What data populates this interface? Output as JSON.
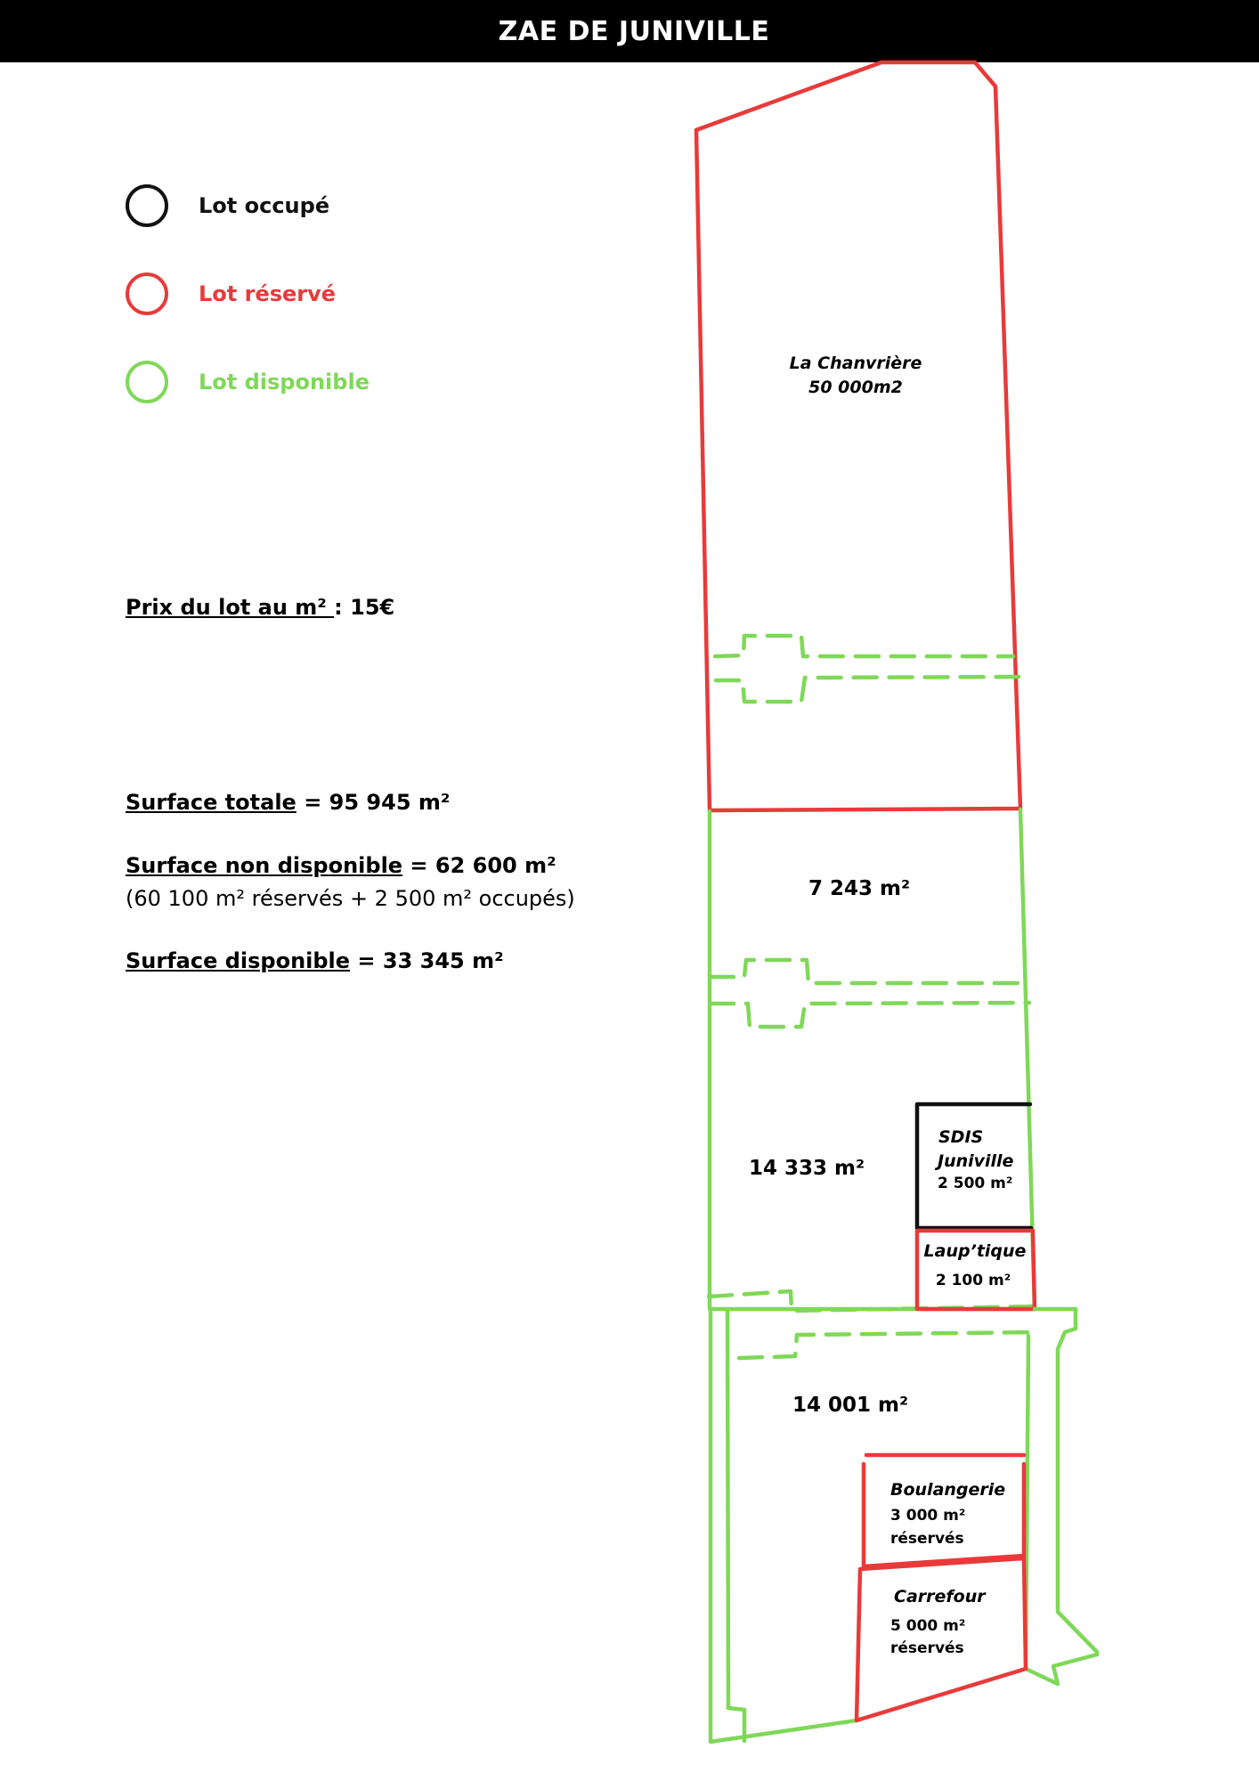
{
  "header": {
    "title": "ZAE DE JUNIVILLE"
  },
  "legend": [
    {
      "label": "Lot occupé",
      "color": "#111111"
    },
    {
      "label": "Lot réservé",
      "color": "#e83a3a"
    },
    {
      "label": "Lot disponible",
      "color": "#7fd858"
    }
  ],
  "pricing": {
    "label": "Prix du lot au m² ",
    "value": ": 15€"
  },
  "surfaces": {
    "total": {
      "label": "Surface totale",
      "value": " = 95 945 m²"
    },
    "non_disponible": {
      "label": "Surface non disponible",
      "value": " = 62 600 m²",
      "detail": "(60 100 m² réservés + 2 500 m² occupés)"
    },
    "disponible": {
      "label": "Surface disponible",
      "value": " = 33 345 m²"
    }
  },
  "plan": {
    "colors": {
      "occupied": "#111111",
      "reserved": "#e83a3a",
      "available": "#7fd858"
    },
    "lots": {
      "chanvriere": {
        "name": "La Chanvrière",
        "area": "50 000m2",
        "status": "reserved"
      },
      "lot_7243": {
        "area": "7 243 m²",
        "status": "available"
      },
      "lot_14333": {
        "area": "14 333 m²",
        "status": "available"
      },
      "sdis": {
        "name_line1": "SDIS",
        "name_line2": "Juniville",
        "area": "2 500 m²",
        "status": "occupied"
      },
      "lauptique": {
        "name": "Laup’tique",
        "area": "2 100 m²",
        "status": "reserved"
      },
      "lot_14001": {
        "area": "14 001 m²",
        "status": "available"
      },
      "boulangerie": {
        "name": "Boulangerie",
        "area": "3 000 m²",
        "note": "réservés",
        "status": "reserved"
      },
      "carrefour": {
        "name": "Carrefour",
        "area": "5 000 m²",
        "note": "réservés",
        "status": "reserved"
      }
    }
  }
}
